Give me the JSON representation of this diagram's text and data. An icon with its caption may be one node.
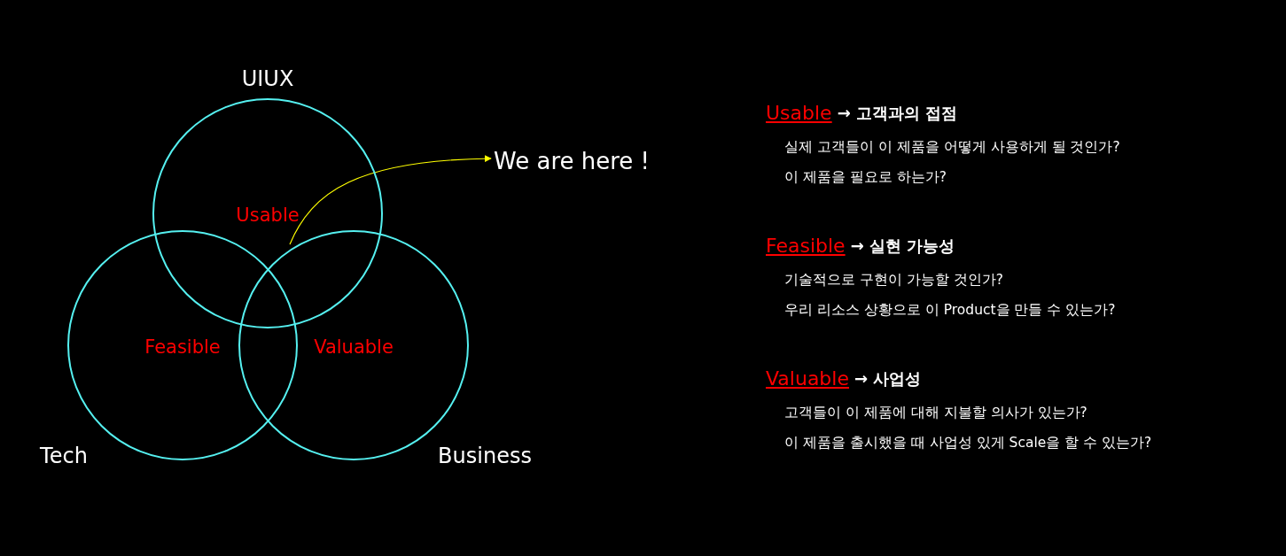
{
  "diagram": {
    "nodes": [
      {
        "text": [
          "UIUX",
          "Usable"
        ]
      },
      {
        "text": [
          "Tech",
          "Feasible"
        ]
      },
      {
        "text": [
          "Business",
          "Valuable"
        ]
      },
      {
        "text": [
          "We are here !"
        ]
      }
    ],
    "edges": [
      {
        "from": 0,
        "to": 3,
        "arrow": "to",
        "color": "#ffff00"
      }
    ],
    "labels": [
      "Usable",
      "→ 고객과의 접점",
      "실제 고객들이 이 제품을 어떻게 사용하게 될 것인가?",
      "이 제품을 필요로 하는가?",
      "Feasible",
      "→ 실현 가능성",
      "기술적으로 구현이 가능할 것인가?",
      "우리 리소스 상황으로 이 Product을 만들 수 있는가?",
      "Valuable",
      "→ 사업성",
      "고객들이 이 제품에 대해 지불할 의사가 있는가?",
      "이 제품을 출시했을 때 사업성 있게 Scale을 할 수 있는가?"
    ]
  }
}
